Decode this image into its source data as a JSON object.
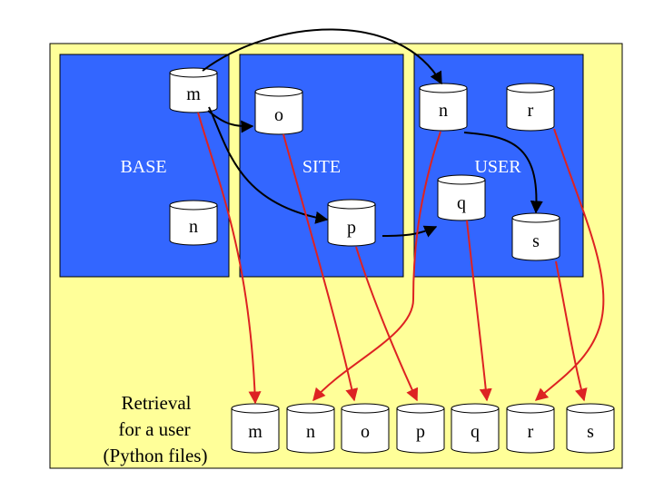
{
  "panels": {
    "base": {
      "label": "BASE"
    },
    "site": {
      "label": "SITE"
    },
    "user": {
      "label": "USER"
    }
  },
  "cylinders": {
    "base_m": "m",
    "base_n": "n",
    "site_o": "o",
    "site_p": "p",
    "user_n": "n",
    "user_r": "r",
    "user_q": "q",
    "user_s": "s"
  },
  "retrieval": {
    "caption_line1": "Retrieval",
    "caption_line2": "for a user",
    "caption_line3": "(Python files)",
    "files": [
      "m",
      "n",
      "o",
      "p",
      "q",
      "r",
      "s"
    ]
  },
  "colors": {
    "background": "#ffff99",
    "panel": "#3366ff",
    "cylinder": "#ffffff",
    "inherit_arrow": "#000000",
    "retrieval_arrow": "#dd2222"
  }
}
